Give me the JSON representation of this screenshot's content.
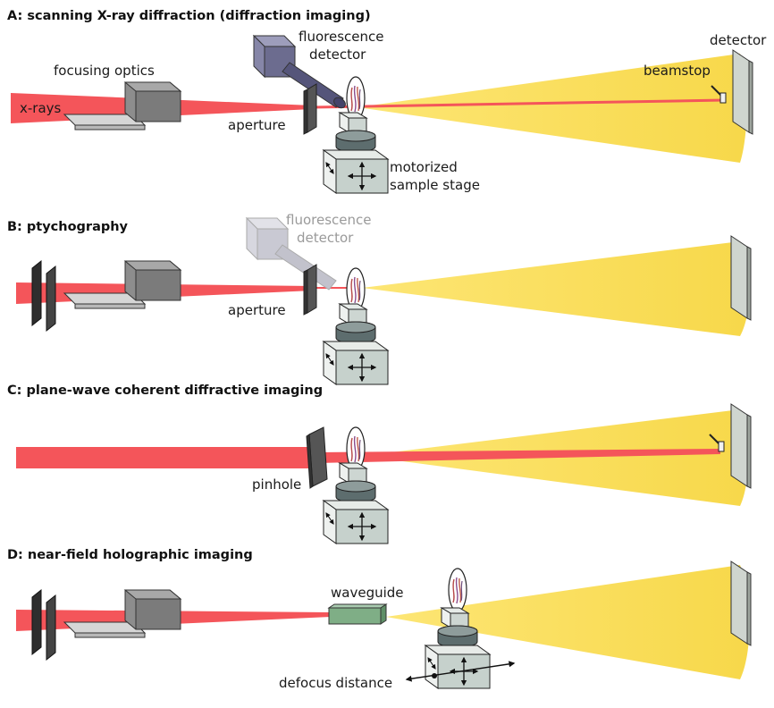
{
  "panels": {
    "a": {
      "title": "A: scanning X-ray diffraction (diffraction imaging)",
      "labels": {
        "xrays": "x-rays",
        "focusing_optics": "focusing optics",
        "fluorescence_line1": "fluorescence",
        "fluorescence_line2": "detector",
        "aperture": "aperture",
        "motorized_line1": "motorized",
        "motorized_line2": "sample stage",
        "beamstop": "beamstop",
        "detector": "detector"
      }
    },
    "b": {
      "title": "B: ptychography",
      "labels": {
        "fluorescence_line1": "fluorescence",
        "fluorescence_line2": "detector",
        "aperture": "aperture"
      }
    },
    "c": {
      "title": "C: plane-wave coherent diffractive imaging",
      "labels": {
        "pinhole": "pinhole"
      }
    },
    "d": {
      "title": "D: near-field holographic imaging",
      "labels": {
        "waveguide": "waveguide",
        "defocus": "defocus distance"
      }
    }
  },
  "colors": {
    "xray_beam": "#f4555a",
    "diffraction_cone": "#fbe267",
    "detector_plate": "#d7dbd6",
    "stage_body": "#c9d3cf",
    "optics": "#9c9c9c",
    "fluorescence_detector": "#6d6d8f",
    "waveguide": "#7fae86"
  }
}
